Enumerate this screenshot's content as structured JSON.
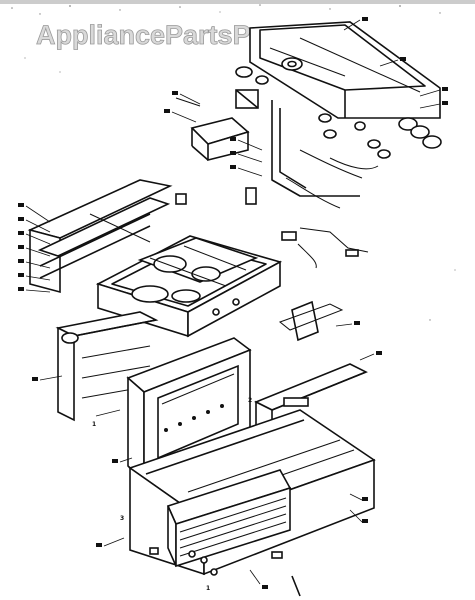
{
  "watermark": "AppliancePartsPros.com",
  "callouts": {
    "left_glass_panel": "1",
    "oven_liner_side": "2",
    "lower_cabinet_side": "3",
    "bottom_label": "1"
  }
}
